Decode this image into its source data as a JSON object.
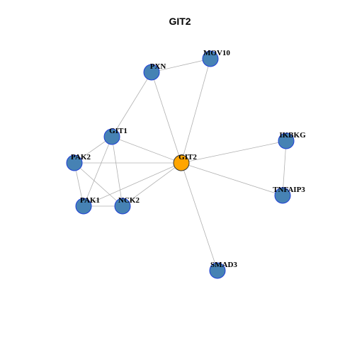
{
  "title": "GIT2",
  "colors": {
    "hub_fill": "#ffa500",
    "hub_stroke": "#333333",
    "node_fill": "#4682b4",
    "node_stroke": "#1f3fd6",
    "edge": "#b0b0b0"
  },
  "nodes": [
    {
      "id": "GIT2",
      "label": "GIT2",
      "hub": true
    },
    {
      "id": "MOV10",
      "label": "MOV10",
      "hub": false
    },
    {
      "id": "PXN",
      "label": "PXN",
      "hub": false
    },
    {
      "id": "GIT1",
      "label": "GIT1",
      "hub": false
    },
    {
      "id": "PAK2",
      "label": "PAK2",
      "hub": false
    },
    {
      "id": "PAK1",
      "label": "PAK1",
      "hub": false
    },
    {
      "id": "NCK2",
      "label": "NCK2",
      "hub": false
    },
    {
      "id": "IKBKG",
      "label": "IKBKG",
      "hub": false
    },
    {
      "id": "TNFAIP3",
      "label": "TNFAIP3",
      "hub": false
    },
    {
      "id": "SMAD3",
      "label": "SMAD3",
      "hub": false
    }
  ],
  "edges": [
    [
      "GIT2",
      "MOV10"
    ],
    [
      "GIT2",
      "PXN"
    ],
    [
      "GIT2",
      "GIT1"
    ],
    [
      "GIT2",
      "PAK2"
    ],
    [
      "GIT2",
      "PAK1"
    ],
    [
      "GIT2",
      "NCK2"
    ],
    [
      "GIT2",
      "IKBKG"
    ],
    [
      "GIT2",
      "TNFAIP3"
    ],
    [
      "GIT2",
      "SMAD3"
    ],
    [
      "PXN",
      "MOV10"
    ],
    [
      "PXN",
      "GIT1"
    ],
    [
      "GIT1",
      "PAK2"
    ],
    [
      "GIT1",
      "PAK1"
    ],
    [
      "GIT1",
      "NCK2"
    ],
    [
      "PAK2",
      "PAK1"
    ],
    [
      "PAK2",
      "NCK2"
    ],
    [
      "PAK1",
      "NCK2"
    ],
    [
      "IKBKG",
      "TNFAIP3"
    ]
  ]
}
